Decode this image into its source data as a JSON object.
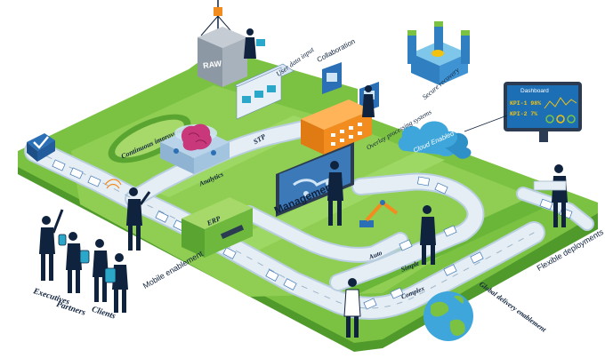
{
  "labels": {
    "raw": "RAW",
    "user_data_input": "User data input",
    "collaboration": "Collaboration",
    "secure_recovery": "Secure recovery",
    "dashboard_title": "Dashboard",
    "kpi1": "KPI-1 98%",
    "kpi2": "KPI-2 7%",
    "continuous_improvement": "Continuous improvement",
    "stp": "STP",
    "overlay_processing": "Overlay processing systems",
    "cloud_enabled": "Cloud Enabled",
    "analytics": "Analytics",
    "management": "Management",
    "erp": "ERP",
    "auto": "Auto",
    "simple": "Simple",
    "complex": "Complex",
    "flexible_deployments": "Flexible deployments",
    "mobile_enablement": "Mobile enablement",
    "executives": "Executives",
    "clients": "Clients",
    "partners": "Partners",
    "global_delivery": "Global delivery enablement"
  },
  "colors": {
    "grass": "#7cc242",
    "grass_dark": "#5aa532",
    "grass_light": "#a6d96a",
    "road": "#dfeaf3",
    "road_edge": "#b9cfe0",
    "navy": "#10233e",
    "cloud": "#3ea6db",
    "orange": "#f28c1e",
    "teal": "#2ba8c9",
    "castle": "#2f7fc1"
  },
  "icons": [
    "checkmark-icon",
    "cloud-icon",
    "castle-icon",
    "globe-icon",
    "crane-icon",
    "brain-icon"
  ]
}
